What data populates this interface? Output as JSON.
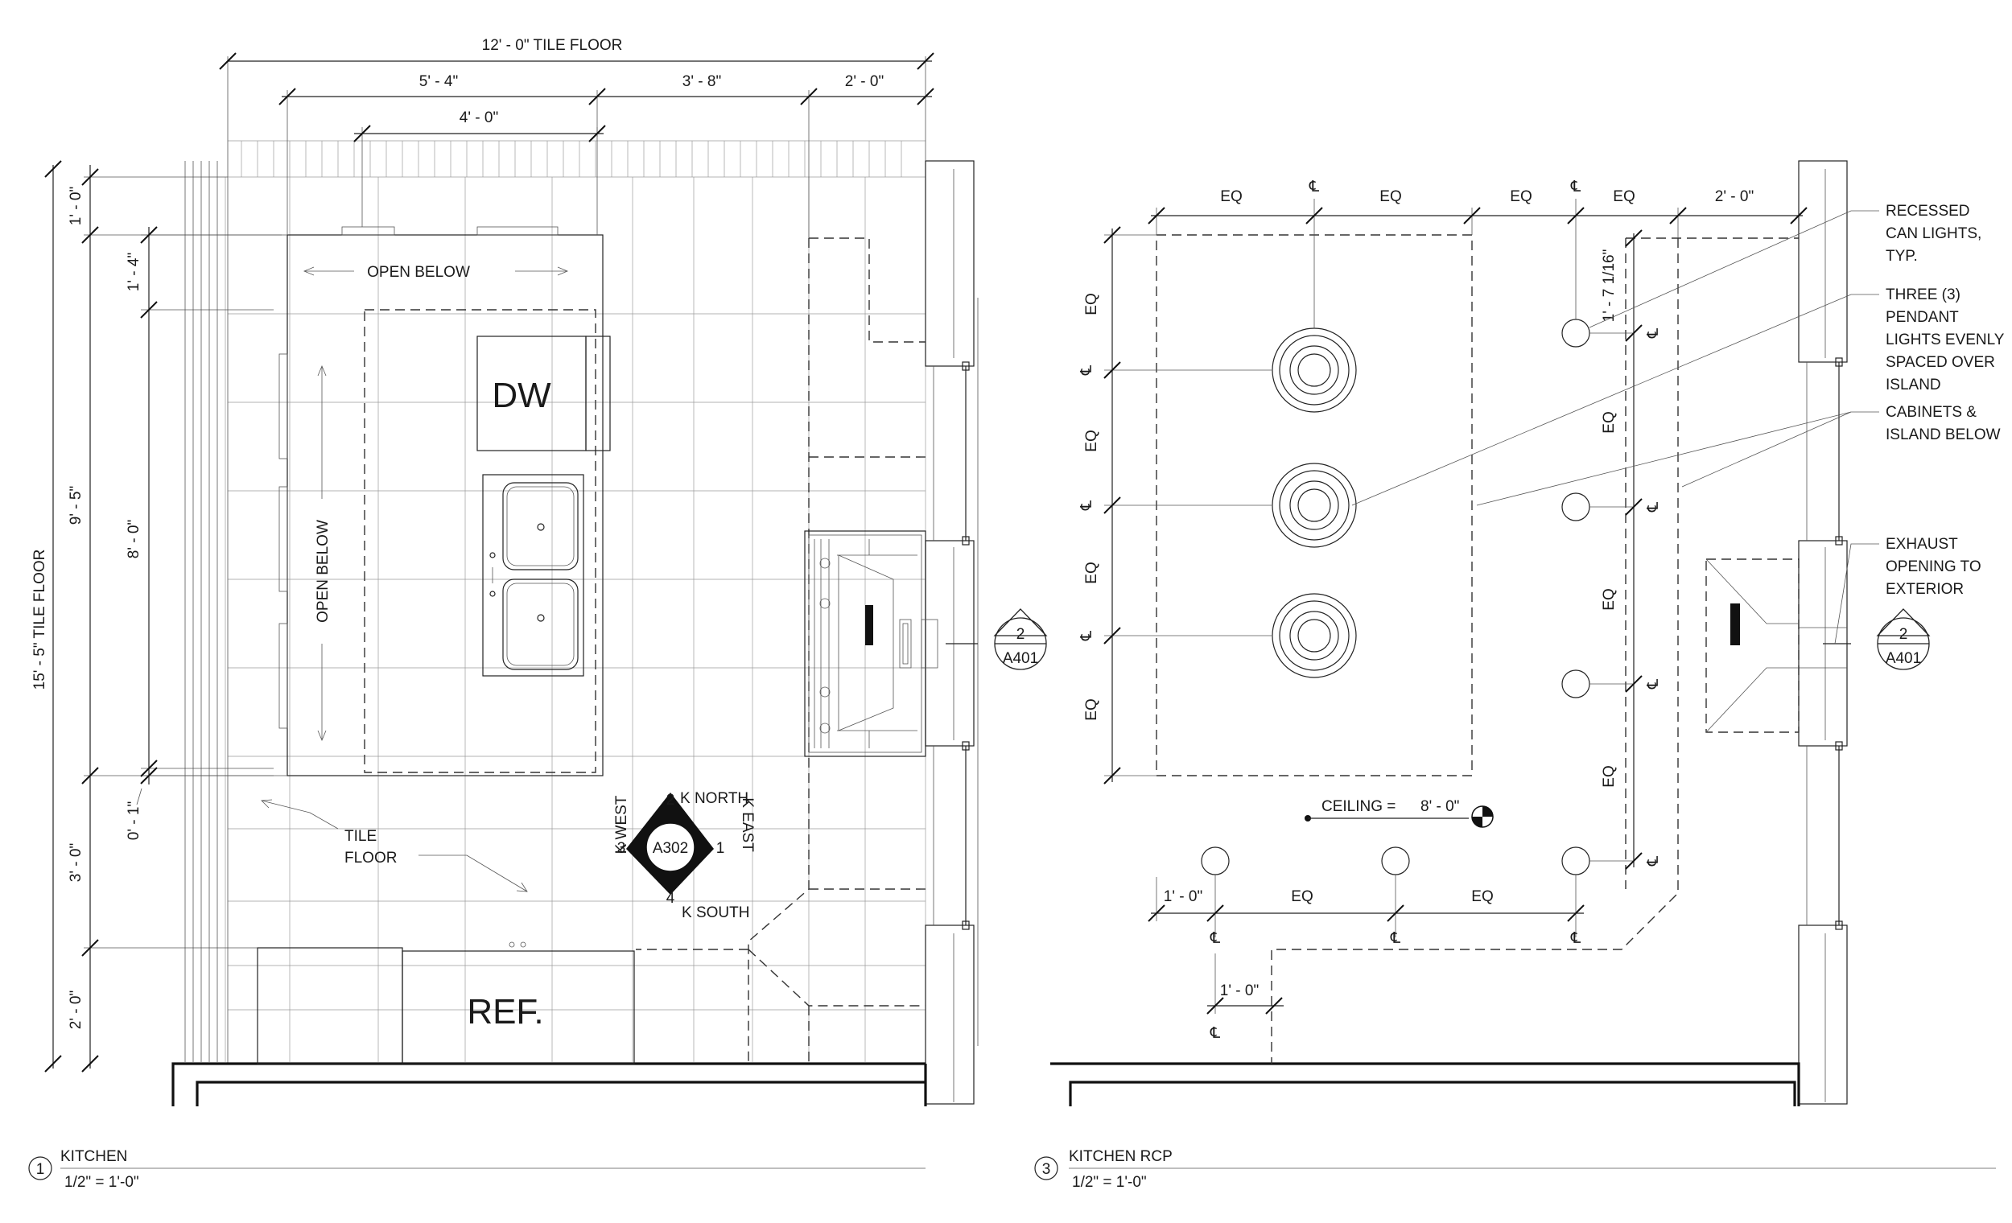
{
  "plan": {
    "dims_top": {
      "overall": "12' - 0\" TILE FLOOR",
      "d1": "5' - 4\"",
      "d2": "3' - 8\"",
      "d3": "2' - 0\"",
      "d4": "4' - 0\""
    },
    "dims_left": {
      "overall": "15' - 5\" TILE FLOOR",
      "a": "1' - 0\"",
      "b": "9' - 5\"",
      "c": "3' - 0\"",
      "d": "2' - 0\""
    },
    "dims_inner": {
      "a": "1' - 4\"",
      "b": "8' - 0\"",
      "c": "0' - 1\""
    },
    "open_below_h": "OPEN BELOW",
    "open_below_v": "OPEN BELOW",
    "dw": "DW",
    "ref": "REF.",
    "tile_floor": [
      "TILE",
      "FLOOR"
    ],
    "elev_marker": {
      "sheet": "A302",
      "n1": "1",
      "n2": "2",
      "n3": "3",
      "n4": "4",
      "north": "K NORTH",
      "east": "K EAST",
      "south": "K SOUTH",
      "west": "K WEST"
    },
    "section_marker": {
      "num": "2",
      "sheet": "A401"
    }
  },
  "rcp": {
    "eq": "EQ",
    "cl": "℄",
    "dim_2ft": "2' - 0\"",
    "dim_1_7": "1' - 7 1/16\"",
    "dim_1ft": "1' - 0\"",
    "ceiling_label": "CEILING =",
    "ceiling_value": "8' - 0\"",
    "notes": {
      "recessed": [
        "RECESSED",
        "CAN LIGHTS,",
        "TYP."
      ],
      "pendant": [
        "THREE (3)",
        "PENDANT",
        "LIGHTS EVENLY",
        "SPACED OVER",
        "ISLAND"
      ],
      "cabinets": [
        "CABINETS &",
        "ISLAND BELOW"
      ],
      "exhaust": [
        "EXHAUST",
        "OPENING TO",
        "EXTERIOR"
      ]
    },
    "section_marker": {
      "num": "2",
      "sheet": "A401"
    }
  },
  "titles": {
    "kitchen": {
      "num": "1",
      "name": "KITCHEN",
      "scale": "1/2\" = 1'-0\""
    },
    "rcp": {
      "num": "3",
      "name": "KITCHEN RCP",
      "scale": "1/2\" = 1'-0\""
    }
  }
}
